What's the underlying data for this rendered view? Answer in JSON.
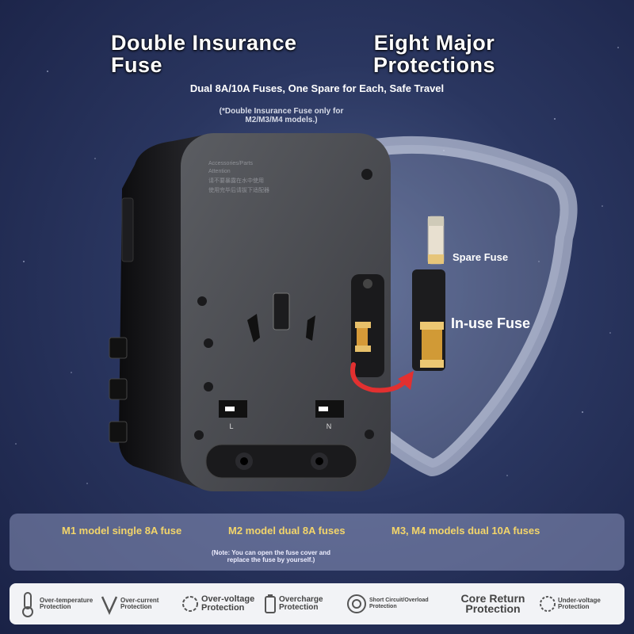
{
  "headline_left": "Double Insurance Fuse",
  "headline_right": "Eight Major Protections",
  "subtitle": "Dual 8A/10A Fuses, One Spare for Each, Safe Travel",
  "note_top": "(*Double Insurance Fuse only for M2/M3/M4 models.)",
  "adapter": {
    "text_lines": [
      "Accessories/Parts",
      "Attention",
      "请不要暴露在水中使用",
      "使用完毕后请拔下适配器"
    ],
    "pin_labels": {
      "left": "L",
      "right": "N"
    }
  },
  "callouts": {
    "spare": "Spare Fuse",
    "in_use": "In-use Fuse"
  },
  "models": [
    "M1 model single 8A fuse",
    "M2 model dual 8A fuses",
    "M3, M4 models dual 10A fuses"
  ],
  "note_bottom": "(Note: You can open the fuse cover and replace the fuse by yourself.)",
  "protections": [
    {
      "icon": "thermometer-icon",
      "label": "Over-temperature Protection"
    },
    {
      "icon": "current-v-icon",
      "label": "Over-current Protection"
    },
    {
      "icon": "voltage-icon",
      "label": "Over-voltage Protection"
    },
    {
      "icon": "battery-icon",
      "label": "Overcharge Protection"
    },
    {
      "icon": "short-circuit-icon",
      "label": "Short Circuit/Overload Protection"
    },
    {
      "icon": "core-return-icon",
      "label": "Core Return Protection"
    },
    {
      "icon": "under-voltage-icon",
      "label": "Under-voltage Protection"
    }
  ],
  "colors": {
    "model_text": "#f3d56a",
    "arrow": "#e23030",
    "background": "#2a3660"
  }
}
